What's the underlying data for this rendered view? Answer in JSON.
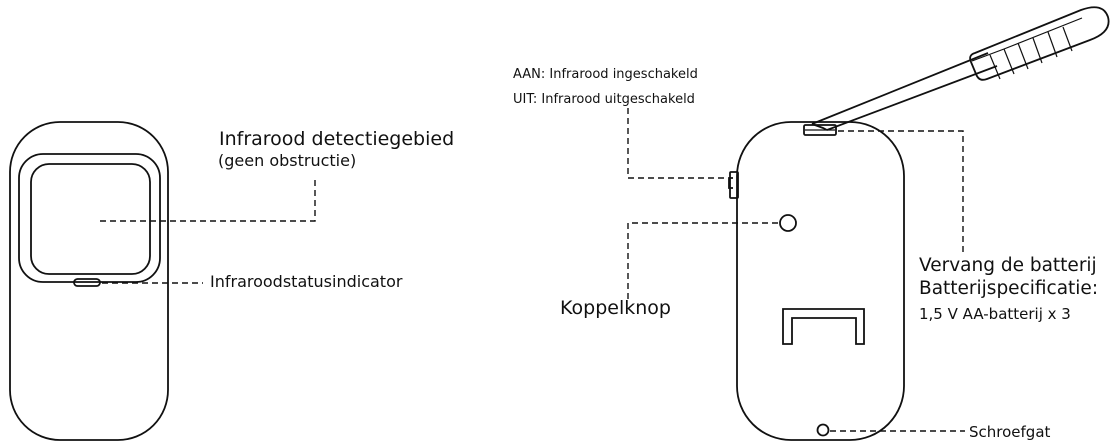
{
  "labels": {
    "detection_area_title": "Infrarood detectiegebied",
    "detection_area_note": "(geen obstructie)",
    "status_indicator": "Infraroodstatusindicator",
    "switch_on": "AAN: Infrarood ingeschakeld",
    "switch_off": "UIT: Infrarood uitgeschakeld",
    "pair_button": "Koppelknop",
    "battery_replace": "Vervang de batterij",
    "battery_spec": "Batterijspecificatie:",
    "battery_type": "1,5 V AA-batterij x 3",
    "screw_hole": "Schroefgat"
  },
  "colors": {
    "line": "#111111",
    "background": "#ffffff"
  },
  "icons": {
    "tool": "screwdriver-icon"
  }
}
